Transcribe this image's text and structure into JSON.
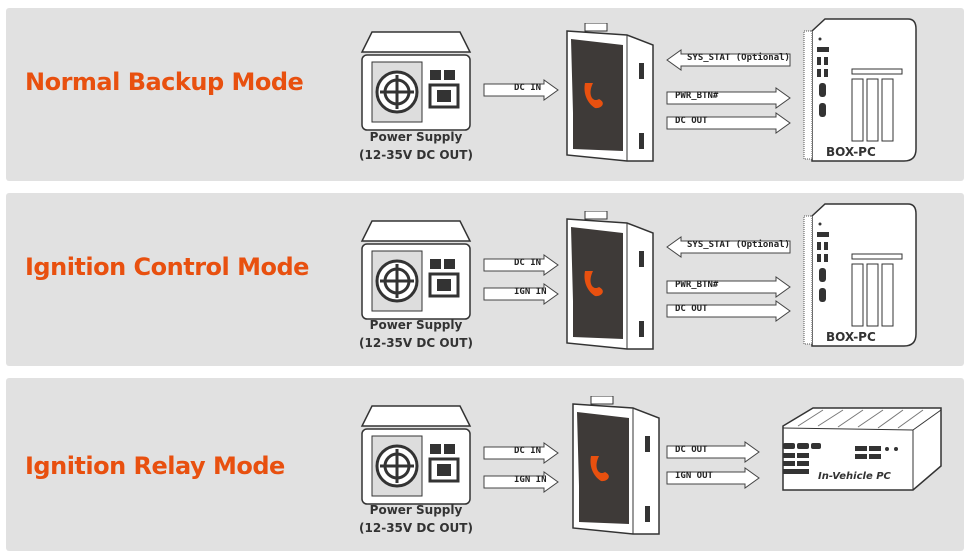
{
  "colors": {
    "accent": "#e8500f",
    "panel_bg": "#e1e1e1",
    "device_dark": "#3e3a38"
  },
  "psu": {
    "name": "Power Supply",
    "spec": "(12-35V DC OUT)"
  },
  "panels": [
    {
      "title": "Normal Backup Mode",
      "inputs": [
        "DC IN"
      ],
      "outputs": [
        "SYS_STAT (Optional)",
        "PWR_BTN#",
        "DC OUT"
      ],
      "target": "BOX-PC"
    },
    {
      "title": "Ignition Control Mode",
      "inputs": [
        "DC IN",
        "IGN IN"
      ],
      "outputs": [
        "SYS_STAT (Optional)",
        "PWR_BTN#",
        "DC OUT"
      ],
      "target": "BOX-PC"
    },
    {
      "title": "Ignition Relay Mode",
      "inputs": [
        "DC IN",
        "IGN IN"
      ],
      "outputs": [
        "DC OUT",
        "IGN OUT"
      ],
      "target": "In-Vehicle PC"
    }
  ]
}
